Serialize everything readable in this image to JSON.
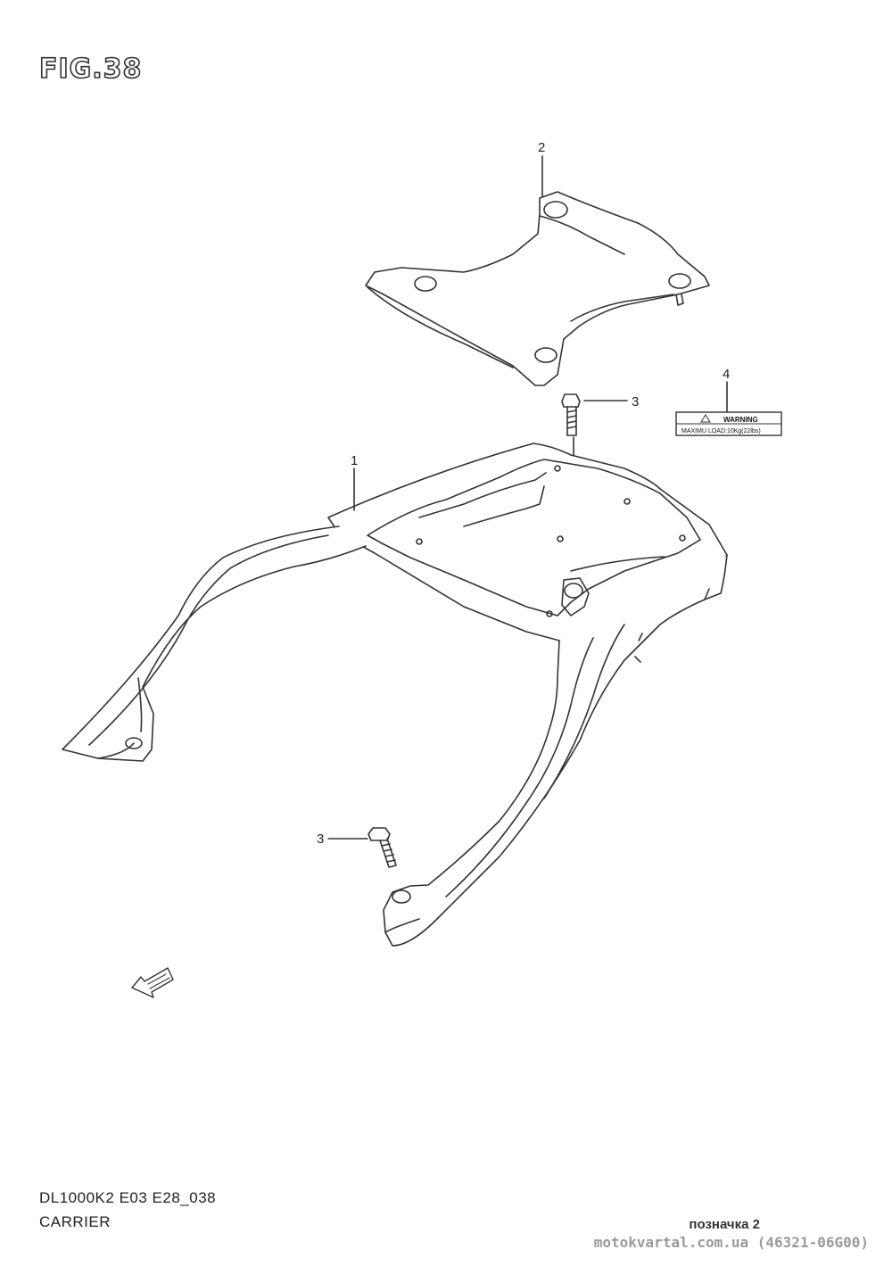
{
  "figure": {
    "title": "FIG.38",
    "model_code": "DL1000K2 E03 E28_038",
    "section_name": "CARRIER"
  },
  "callouts": {
    "part_1": "1",
    "part_2": "2",
    "part_3_upper": "3",
    "part_3_lower": "3",
    "part_4": "4"
  },
  "warning_label": {
    "heading": "WARNING",
    "text": "MAXIMU LOAD:10Kg(22lbs)"
  },
  "front_arrow": {
    "icon": "front-arrow-icon"
  },
  "footer": {
    "note": "позначка 2",
    "watermark": "motokvartal.com.ua (46321-06G00)"
  }
}
